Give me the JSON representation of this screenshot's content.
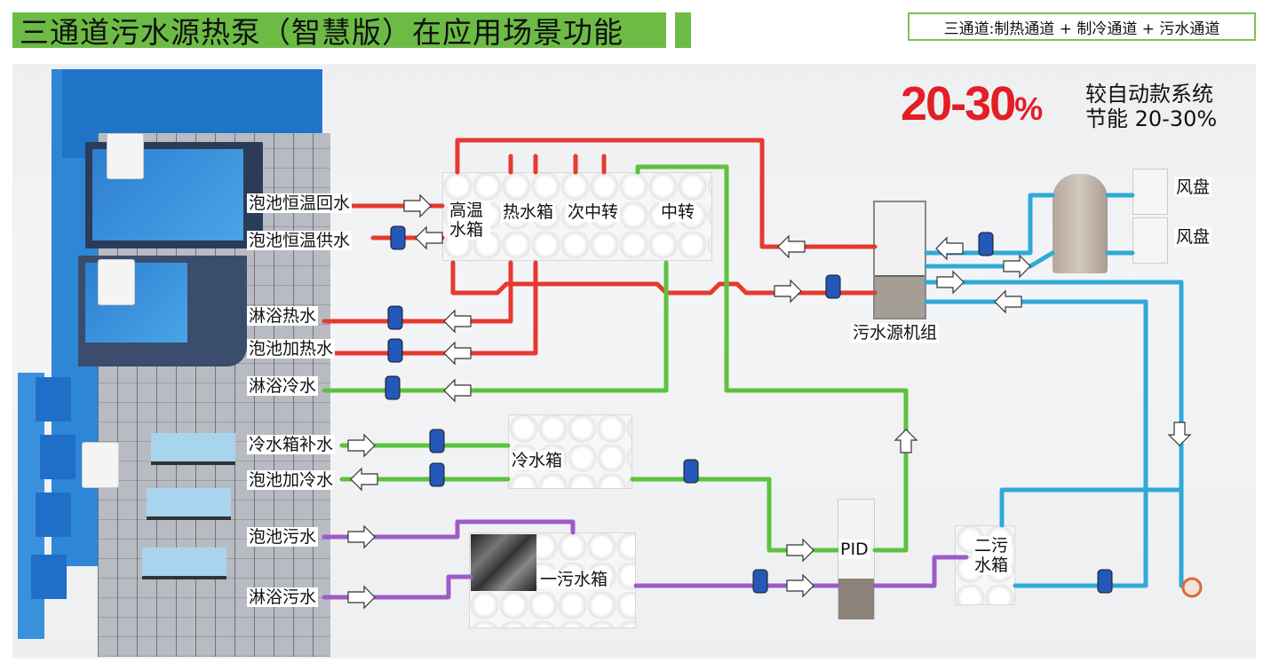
{
  "header": {
    "title": "三通道污水源热泵（智慧版）在应用场景功能",
    "channels": "三通道:制热通道 + 制冷通道 + 污水通道"
  },
  "savings": {
    "big_number": "20-30",
    "big_unit": "%",
    "line1": "较自动款系统",
    "line2": "节能 20-30%"
  },
  "pipe_colors": {
    "hot": "#e53a2f",
    "cold": "#5cc23f",
    "sewage": "#9b5cc6",
    "cooling": "#31a9d6",
    "pump": "#2457b8"
  },
  "flow_labels": [
    {
      "id": "pool-return",
      "text": "泡池恒温回水"
    },
    {
      "id": "pool-supply",
      "text": "泡池恒温供水"
    },
    {
      "id": "shower-hot",
      "text": "淋浴热水"
    },
    {
      "id": "pool-heat",
      "text": "泡池加热水"
    },
    {
      "id": "shower-cold",
      "text": "淋浴冷水"
    },
    {
      "id": "cold-tank-refill",
      "text": "冷水箱补水"
    },
    {
      "id": "pool-cool",
      "text": "泡池加冷水"
    },
    {
      "id": "pool-sewage",
      "text": "泡池污水"
    },
    {
      "id": "shower-sewage",
      "text": "淋浴污水"
    }
  ],
  "equipment": {
    "high_temp_tank": "高温\n水箱",
    "hot_water_tank": "热水箱",
    "secondary_transfer": "次中转",
    "transfer": "中转",
    "cold_water_tank": "冷水箱",
    "sewage_tank_1": "一污水箱",
    "sewage_tank_2": "二污\n水箱",
    "pid": "PID",
    "heat_pump_unit": "污水源机组",
    "fan_coil_1": "风盘",
    "fan_coil_2": "风盘"
  }
}
